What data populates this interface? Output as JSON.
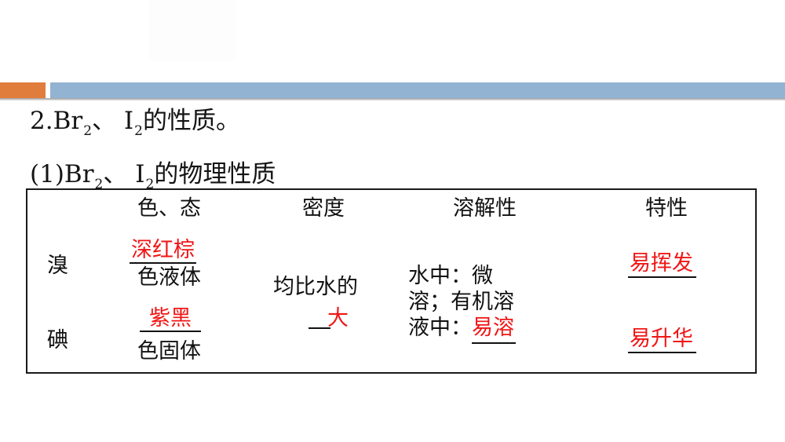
{
  "decor": {
    "accent_orange": "#e07d3c",
    "accent_blue": "#92b3d2",
    "answer_color": "#f01616"
  },
  "heading1": {
    "prefix": "2.",
    "br": "Br",
    "br_sub": "2",
    "sep": "、",
    "i": "I",
    "i_sub": "2",
    "suffix": "的性质。"
  },
  "heading2": {
    "prefix": "(1)",
    "br": "Br",
    "br_sub": "2",
    "sep": "、",
    "i": "I",
    "i_sub": "2",
    "suffix": "的物理性质"
  },
  "table": {
    "headers": [
      "色、态",
      "密度",
      "溶解性",
      "特性"
    ],
    "rows": [
      {
        "label": "溴",
        "color_answer": "深红棕",
        "color_state": "色液体",
        "feature_answer": "易挥发"
      },
      {
        "label": "碘",
        "color_answer": "紫黑",
        "color_state": "色固体",
        "feature_answer": "易升华"
      }
    ],
    "density": {
      "text": "均比水的",
      "answer": "大"
    },
    "solubility": {
      "line1": "水中：微",
      "line2": "溶；有机溶",
      "line3_prefix": "液中：",
      "answer": "易溶"
    }
  }
}
